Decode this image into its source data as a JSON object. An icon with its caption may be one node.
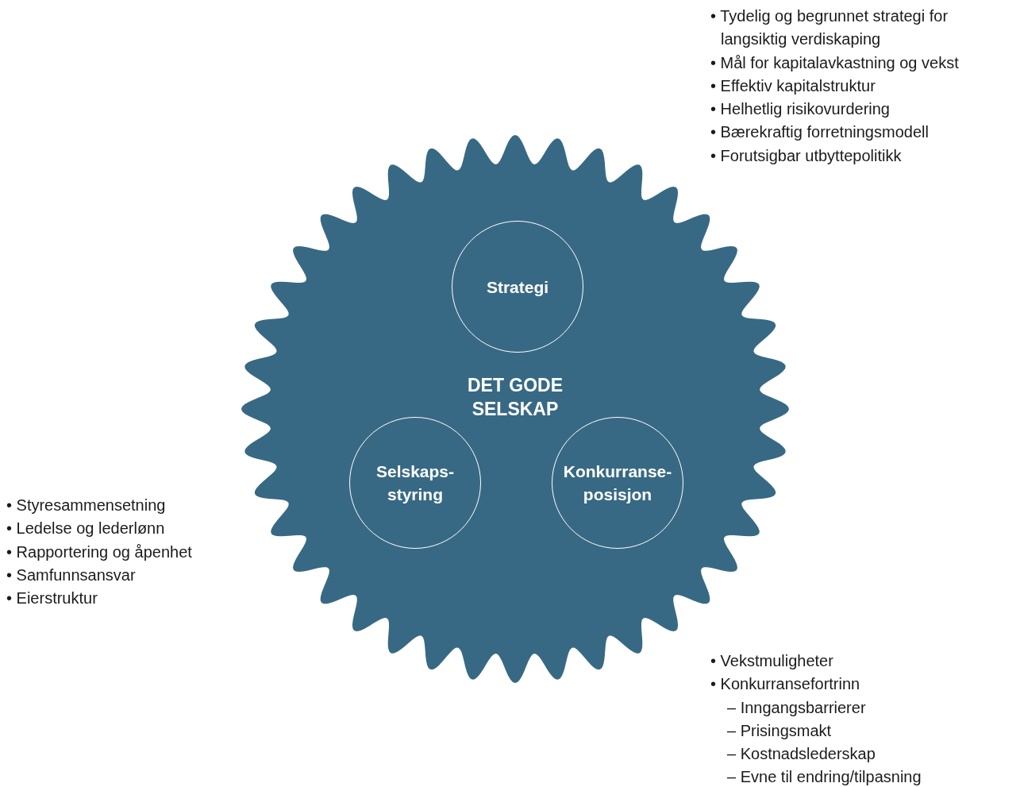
{
  "diagram": {
    "nodes": [
      {
        "text": [
          "DET GODE SELSKAP"
        ]
      },
      {
        "text": [
          "Strategi"
        ],
        "in": 0
      },
      {
        "text": [
          "Selskaps-styring"
        ],
        "in": 0
      },
      {
        "text": [
          "Konkurranse-posisjon"
        ],
        "in": 0
      }
    ],
    "labels": [
      "• Tydelig og begrunnet strategi for langsiktig verdiskaping",
      "• Mål for kapitalavkastning og vekst",
      "• Effektiv kapitalstruktur",
      "• Helhetlig risikovurdering",
      "• Bærekraftig forretningsmodell",
      "• Forutsigbar utbyttepolitikk",
      "• Styresammensetning",
      "• Ledelse og lederlønn",
      "• Rapportering og åpenhet",
      "• Samfunnsansvar",
      "• Eierstruktur",
      "• Vekstmuligheter",
      "• Konkurransefortrinn",
      "– Inngangsbarrierer",
      "– Prisingsmakt",
      "– Kostnadslederskap",
      "– Evne til endring/tilpasning"
    ]
  }
}
